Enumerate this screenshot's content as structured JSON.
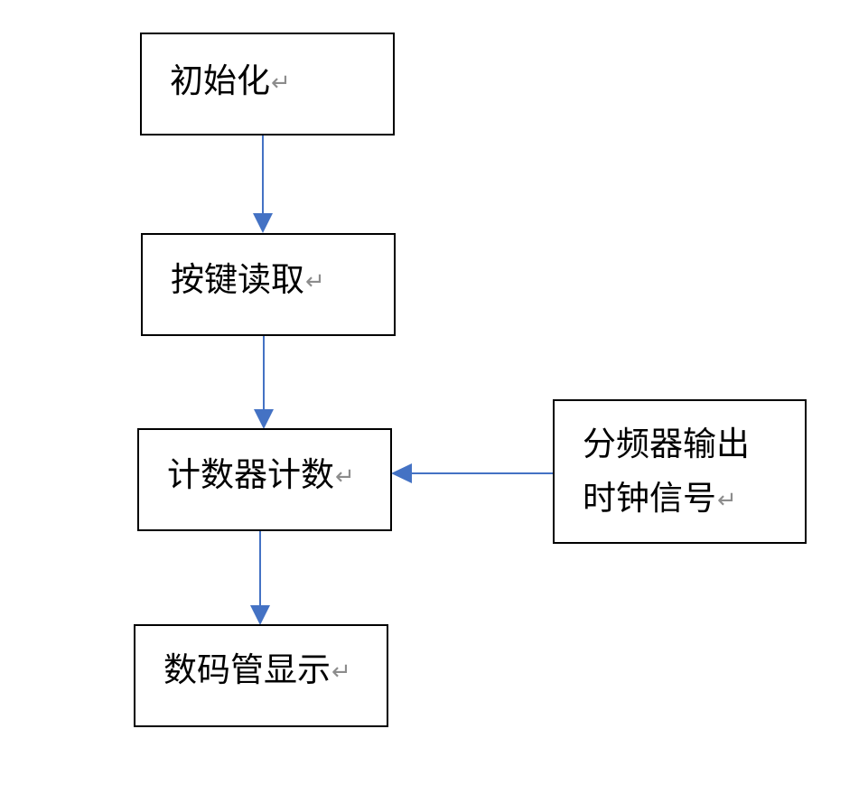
{
  "diagram": {
    "nodes": {
      "init": {
        "label": "初始化"
      },
      "key_read": {
        "label": "按键读取"
      },
      "counter": {
        "label": "计数器计数"
      },
      "clock": {
        "line1": "分频器输出",
        "line2": "时钟信号"
      },
      "display": {
        "label": "数码管显示"
      }
    },
    "paragraph_mark": "↵",
    "edges": [
      {
        "from": "init",
        "to": "key_read"
      },
      {
        "from": "key_read",
        "to": "counter"
      },
      {
        "from": "clock",
        "to": "counter"
      },
      {
        "from": "counter",
        "to": "display"
      }
    ],
    "colors": {
      "arrow": "#4472C4",
      "box_border": "#000000",
      "paragraph_mark": "#8c8c8c"
    }
  }
}
